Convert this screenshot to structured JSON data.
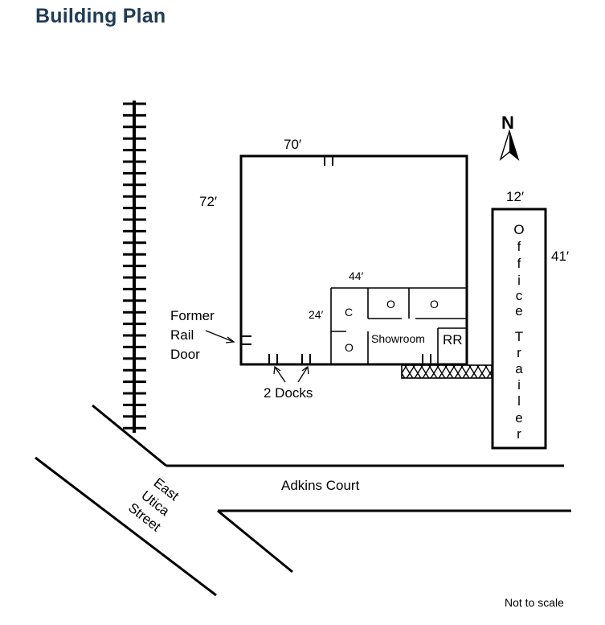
{
  "title": "Building Plan",
  "north_label": "N",
  "dimensions": {
    "width_main": "70′",
    "depth_main": "72′",
    "office_width": "44′",
    "office_depth": "24′",
    "trailer_width": "12′",
    "trailer_length": "41′"
  },
  "labels": {
    "former_rail_door": [
      "Former",
      "Rail",
      "Door"
    ],
    "docks": "2 Docks",
    "room_c": "C",
    "room_o": "O",
    "showroom": "Showroom",
    "restroom": "RR",
    "office_trailer": [
      "O",
      "f",
      "f",
      "i",
      "c",
      "e",
      "T",
      "r",
      "a",
      "i",
      "l",
      "e",
      "r"
    ],
    "adkins_court": "Adkins Court",
    "east_utica_street": [
      "East",
      "Utica",
      "Street"
    ],
    "not_to_scale": "Not to scale"
  },
  "colors": {
    "title": "#1f3b57",
    "lines": "#000000"
  }
}
